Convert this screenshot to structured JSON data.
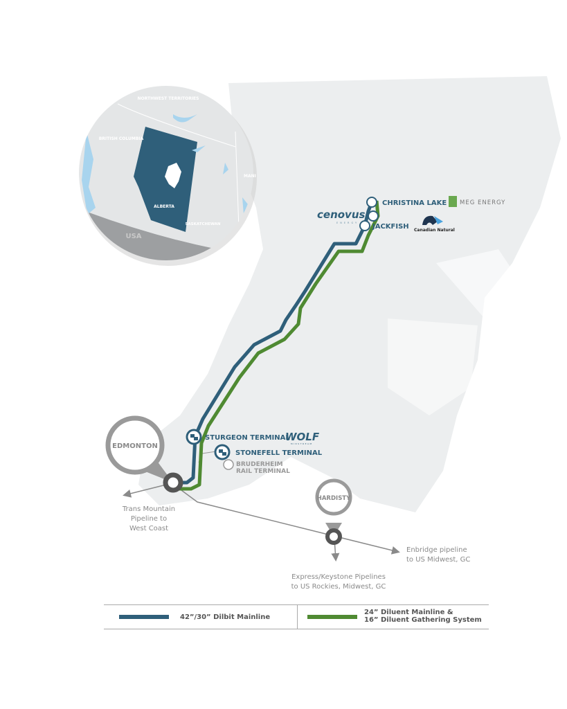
{
  "colors": {
    "dilbit": "#2f5f7a",
    "diluent": "#4f8a32",
    "alberta": "#2f5f7a",
    "land": "#e8eaeb",
    "water": "#a8d4ee",
    "hub": "#555555",
    "marker": "#9a9a9a"
  },
  "inset": {
    "regions": [
      "NORTHWEST TERRITORIES",
      "BRITISH COLUMBIA",
      "ALBERTA",
      "SASKATCHEWAN",
      "MANI",
      "USA"
    ]
  },
  "sites": {
    "christina_lake": "CHRISTINA LAKE",
    "jackfish": "JACKFISH",
    "sturgeon": "STURGEON TERMINAL",
    "stonefell": "STONEFELL TERMINAL",
    "bruderheim_1": "BRUDERHEIM",
    "bruderheim_2": "RAIL TERMINAL"
  },
  "hubs": {
    "edmonton": "EDMONTON",
    "hardisty": "HARDISTY"
  },
  "logos": {
    "cenovus": "cenovus",
    "cenovus_sub": "ENERGY",
    "meg": "MEG ENERGY",
    "cnrl": "Canadian Natural",
    "wolf": "WOLF",
    "wolf_sub": "MIDSTREAM"
  },
  "annotations": {
    "trans_mountain": [
      "Trans Mountain",
      "Pipeline to",
      "West Coast"
    ],
    "enbridge": [
      "Enbridge pipeline",
      "to US Midwest, GC"
    ],
    "express": [
      "Express/Keystone Pipelines",
      "to US Rockies, Midwest, GC"
    ]
  },
  "legend": {
    "dilbit": "42”/30” Dilbit Mainline",
    "diluent_1": "24” Diluent Mainline &",
    "diluent_2": "16” Diluent Gathering System"
  }
}
